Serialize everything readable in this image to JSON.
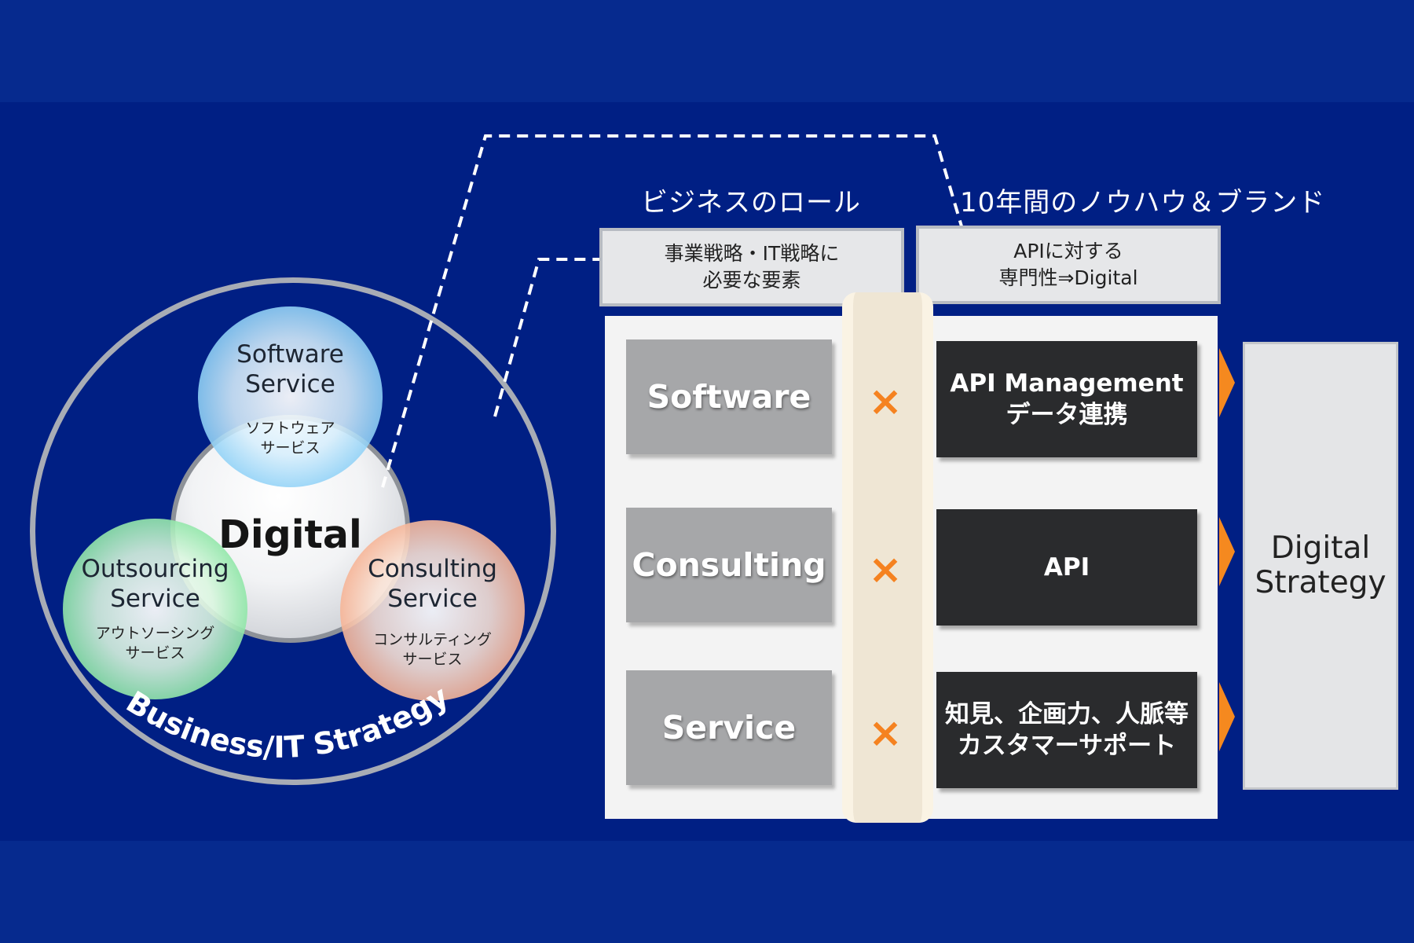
{
  "circles": {
    "center": "Digital",
    "software": {
      "title_1": "Software",
      "title_2": "Service",
      "sub_1": "ソフトウェア",
      "sub_2": "サービス"
    },
    "outsourcing": {
      "title_1": "Outsourcing",
      "title_2": "Service",
      "sub_1": "アウトソーシング",
      "sub_2": "サービス"
    },
    "consulting": {
      "title_1": "Consulting",
      "title_2": "Service",
      "sub_1": "コンサルティング",
      "sub_2": "サービス"
    },
    "ring_label": "Business/IT Strategy"
  },
  "headers": {
    "roles": "ビジネスのロール",
    "knowhow": "10年間のノウハウ＆ブランド"
  },
  "header_boxes": {
    "roles": {
      "line_1": "事業戦略・IT戦略に",
      "line_2": "必要な要素"
    },
    "knowhow": {
      "line_1": "APIに対する",
      "line_2": "専門性⇒Digital"
    }
  },
  "rows": [
    {
      "role": "Software",
      "cross": "×",
      "knowhow_1": "API Management",
      "knowhow_2": "データ連携"
    },
    {
      "role": "Consulting",
      "cross": "×",
      "knowhow_1": "API",
      "knowhow_2": ""
    },
    {
      "role": "Service",
      "cross": "×",
      "knowhow_1": "知見、企画力、人脈等",
      "knowhow_2": "カスタマーサポート"
    }
  ],
  "result": {
    "line_1": "Digital",
    "line_2": "Strategy"
  },
  "colors": {
    "background": "#062a8e",
    "accent": "#f58220",
    "dark_box": "#2a2b2d",
    "role_box": "#a6a7a9"
  }
}
